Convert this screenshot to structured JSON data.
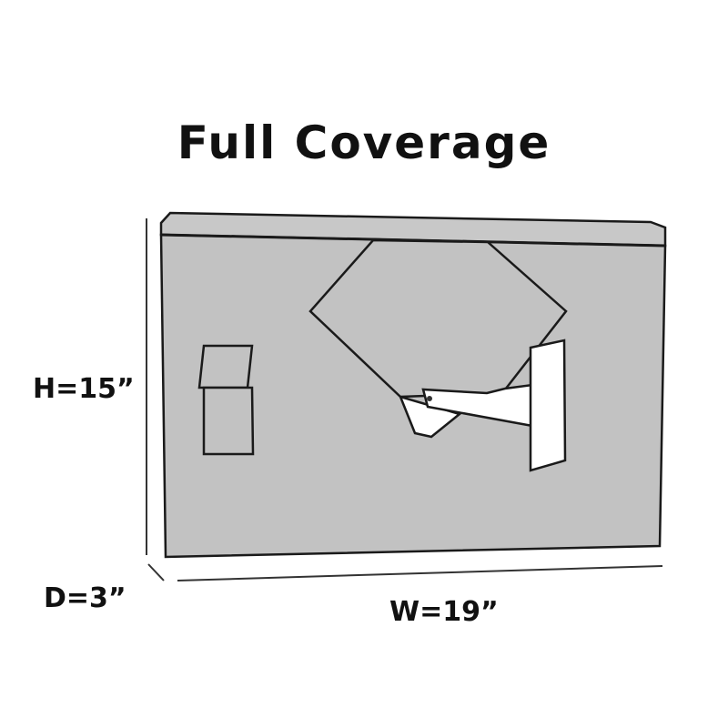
{
  "title": "Full Coverage",
  "dimensions": {
    "height_label": "H=15”",
    "depth_label": "D=3”",
    "width_label": "W=19”"
  },
  "colors": {
    "cover_fill": "#c2c2c2",
    "cover_top_fill": "#c8c8c8",
    "outline": "#1a1a1a",
    "bracket_fill": "#ffffff",
    "background": "#ffffff"
  }
}
